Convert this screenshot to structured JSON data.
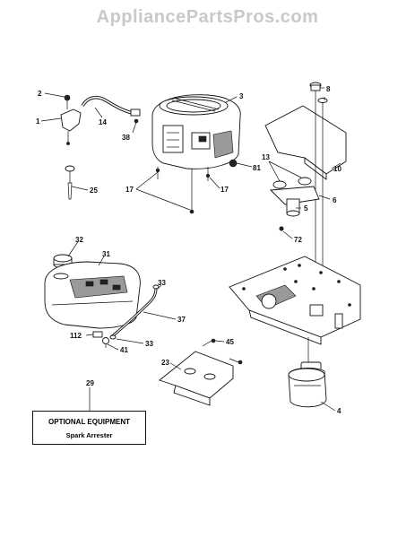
{
  "watermark": "AppliancePartsPros.com",
  "callouts": {
    "c1": "1",
    "c2": "2",
    "c3": "3",
    "c4": "4",
    "c5": "5",
    "c6": "6",
    "c8": "8",
    "c10": "10",
    "c13": "13",
    "c14": "14",
    "c17a": "17",
    "c17b": "17",
    "c23": "23",
    "c25": "25",
    "c29": "29",
    "c31": "31",
    "c32": "32",
    "c33a": "33",
    "c33b": "33",
    "c37": "37",
    "c38": "38",
    "c41": "41",
    "c45": "45",
    "c72": "72",
    "c81": "81",
    "c112": "112"
  },
  "optional_box": {
    "title": "OPTIONAL EQUIPMENT",
    "subtitle": "Spark Arrester"
  }
}
